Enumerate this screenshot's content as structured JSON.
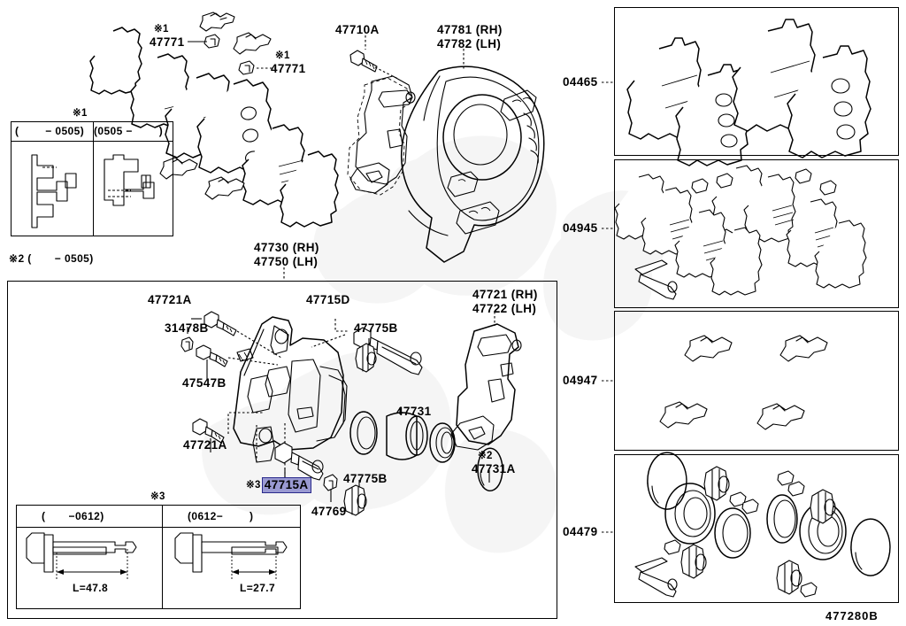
{
  "diagram": {
    "title": "Toyota front disc brake caliper exploded parts diagram",
    "footer_code": "477280B",
    "highlight_color": "#9a9ad2",
    "highlight_border_color": "#2a2a8c"
  },
  "labels": {
    "pad_clip_note_1": "※1",
    "pad_clip_1": "47771",
    "pad_clip_note_2": "※1",
    "pad_clip_2": "47771",
    "bolt_47710a": "47710A",
    "dust_cover_rh": "47781 (RH)",
    "dust_cover_lh": "47782 (LH)",
    "caliper_assy_rh": "47730 (RH)",
    "caliper_assy_lh": "47750 (LH)",
    "bleeder_47721a_top": "47721A",
    "plug_31478b": "31478B",
    "cap_47547b": "47547B",
    "bleeder_47721a_bottom": "47721A",
    "slide_pin_47715d": "47715D",
    "boot_47775b_top": "47775B",
    "mount_rh": "47721 (RH)",
    "mount_lh": "47722 (LH)",
    "boot_47775b_mid": "47775B",
    "piston_47731": "47731",
    "seal_note": "※2",
    "seal_47731a": "47731A",
    "slide_pin_note": "※3",
    "slide_pin_47715a": "47715A",
    "boot_47775b_bottom": "47775B",
    "cap_47769": "47769",
    "kit_04465": "04465",
    "kit_04945": "04945",
    "kit_04947": "04947",
    "kit_04479": "04479"
  },
  "table_clip": {
    "note": "※1",
    "col1_header": "(        − 0505)",
    "col2_header": "(0505 −        )",
    "below_note": "※2 (       − 0505)"
  },
  "table_pin": {
    "note": "※3",
    "col1_header": "(       −0612)",
    "col2_header": "(0612−        )",
    "col1_dim": "L=47.8",
    "col2_dim": "L=27.7"
  }
}
